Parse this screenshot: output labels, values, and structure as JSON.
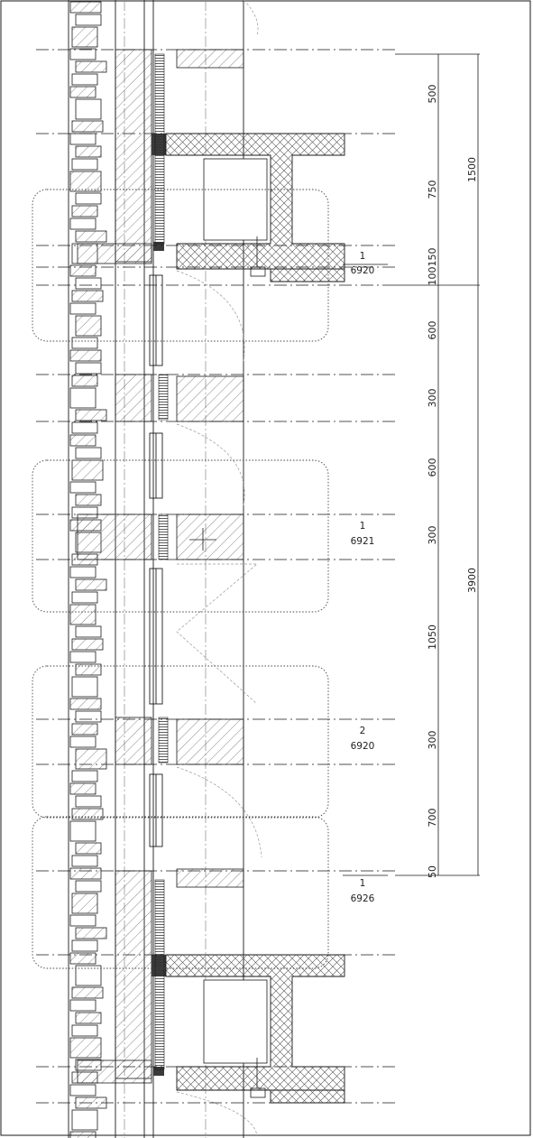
{
  "colors": {
    "line": "#1a1a1a",
    "hatch": "#555555",
    "dash": "#888888",
    "dark_fill": "#3a3a3a"
  },
  "dimensions": {
    "segments": [
      "500",
      "750",
      "150",
      "100",
      "600",
      "300",
      "600",
      "300",
      "1050",
      "300",
      "700",
      "50"
    ],
    "totals": [
      "1500",
      "3900"
    ]
  },
  "callouts": [
    {
      "number": "1",
      "code": "6920"
    },
    {
      "number": "1",
      "code": "6921"
    },
    {
      "number": "2",
      "code": "6920"
    },
    {
      "number": "1",
      "code": "6926"
    }
  ]
}
